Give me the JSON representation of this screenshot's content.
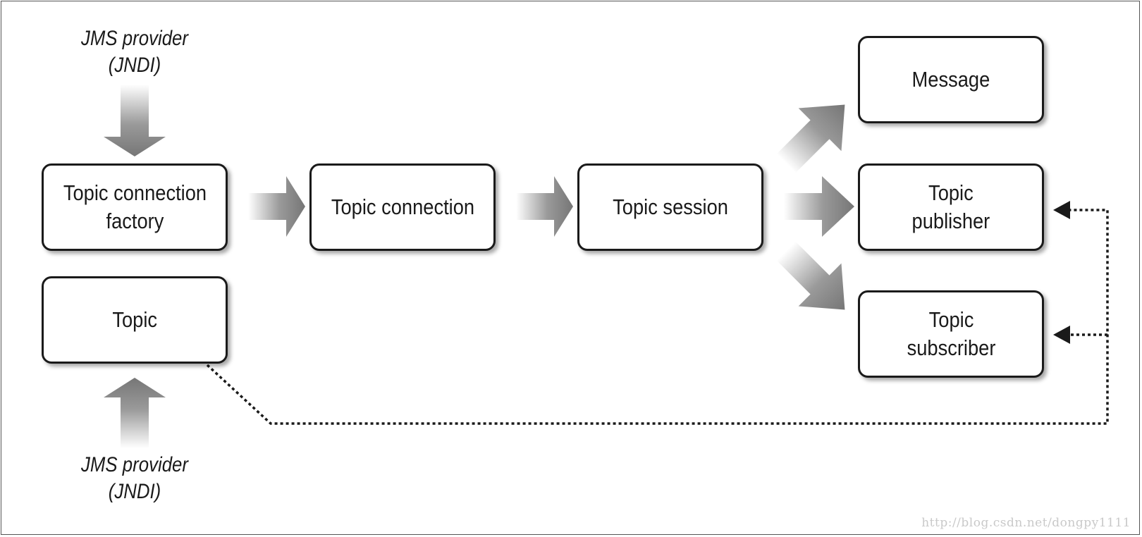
{
  "providers": {
    "top": "JMS provider\n(JNDI)",
    "bottom": "JMS provider\n(JNDI)"
  },
  "boxes": {
    "factory": "Topic connection\nfactory",
    "topic": "Topic",
    "connection": "Topic connection",
    "session": "Topic session",
    "message": "Message",
    "publisher": "Topic\npublisher",
    "subscriber": "Topic\nsubscriber"
  },
  "watermark": "http://blog.csdn.net/dongpy1111",
  "colors": {
    "box_border": "#1a1a1a",
    "arrow_dark": "#7a7a7a",
    "arrow_light": "#ffffff",
    "dotted_line": "#1a1a1a"
  }
}
